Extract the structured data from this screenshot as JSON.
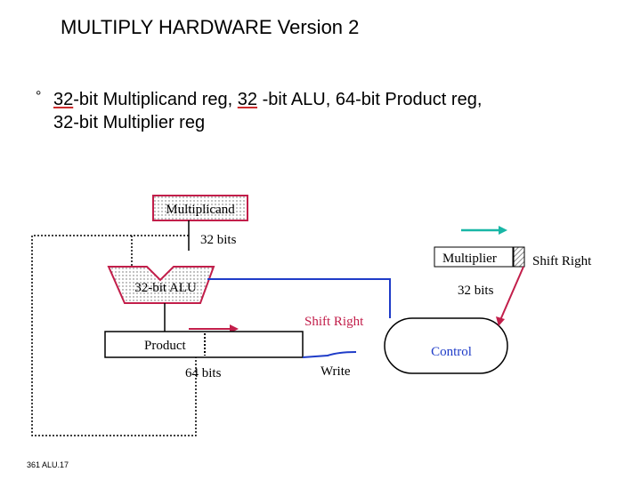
{
  "title": "MULTIPLY HARDWARE Version 2",
  "bullet": {
    "mark": "°",
    "part1": "32",
    "part2": "-bit Multiplicand reg, ",
    "part3": "32",
    "part4": " -bit ALU, 64-bit Product reg,",
    "line2": "32-bit Multiplier reg"
  },
  "diagram": {
    "multiplicand_label": "Multiplicand",
    "multiplicand_bits": "32 bits",
    "alu_label": "32-bit ALU",
    "multiplier_label": "Multiplier",
    "multiplier_bits": "32 bits",
    "multiplier_shift": "Shift Right",
    "product_label": "Product",
    "product_bits": "64 bits",
    "product_shift": "Shift Right",
    "control_label": "Control",
    "write_label": "Write"
  },
  "colors": {
    "blue": "#1f3cc8",
    "red": "#c21e4a",
    "teal": "#18b6a6",
    "underline_red": "#cc2b2b"
  },
  "footer": "361 ALU.17"
}
